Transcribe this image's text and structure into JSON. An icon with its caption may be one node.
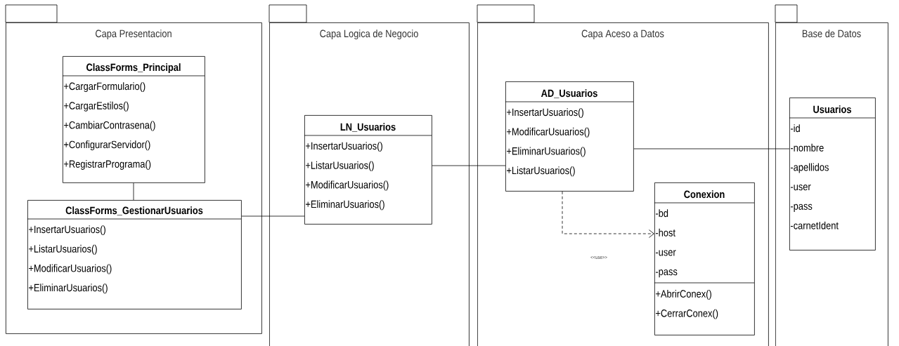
{
  "diagram": {
    "nodes": [
      {
        "text": [
          "Capa Presentacion"
        ]
      },
      {
        "text": [
          "Capa Logica de Negocio"
        ]
      },
      {
        "text": [
          "Capa Aceso a Datos"
        ]
      },
      {
        "text": [
          "Base de Datos"
        ]
      },
      {
        "text": [
          "ClassForms_Principal",
          "+CargarFormulario()",
          "+CargarEstilos()",
          "+CambiarContrasena()",
          "+ConfigurarServidor()",
          "+RegistrarPrograma()"
        ],
        "in": 0
      },
      {
        "text": [
          "ClassForms_GestionarUsuarios",
          "+InsertarUsuarios()",
          "+ListarUsuarios()",
          "+ModificarUsuarios()",
          "+EliminarUsuarios()"
        ],
        "in": 0
      },
      {
        "text": [
          "LN_Usuarios",
          "+InsertarUsuarios()",
          "+ListarUsuarios()",
          "+ModificarUsuarios()",
          "+EliminarUsuarios()"
        ],
        "in": 1
      },
      {
        "text": [
          "AD_Usuarios",
          "+InsertarUsuarios()",
          "+ModificarUsuarios()",
          "+EliminarUsuarios()",
          "+ListarUsuarios()"
        ],
        "in": 2
      },
      {
        "text": [
          "Conexion",
          "-bd",
          "-host",
          "-user",
          "-pass",
          "+AbrirConex()",
          "+CerrarConex()"
        ],
        "in": 2
      },
      {
        "text": [
          "Usuarios",
          "-id",
          "-nombre",
          "-apellidos",
          "-user",
          "-pass",
          "-carnetIdent"
        ],
        "in": 3
      }
    ],
    "edges": [
      {
        "from": 4,
        "to": 5,
        "arrow": "none"
      },
      {
        "from": 5,
        "to": 6,
        "arrow": "none"
      },
      {
        "from": 6,
        "to": 7,
        "arrow": "none"
      },
      {
        "from": 7,
        "to": 9,
        "arrow": "none"
      },
      {
        "from": 7,
        "to": 8,
        "arrow": "to",
        "style": "dashed",
        "label": "<<use>>"
      }
    ]
  }
}
